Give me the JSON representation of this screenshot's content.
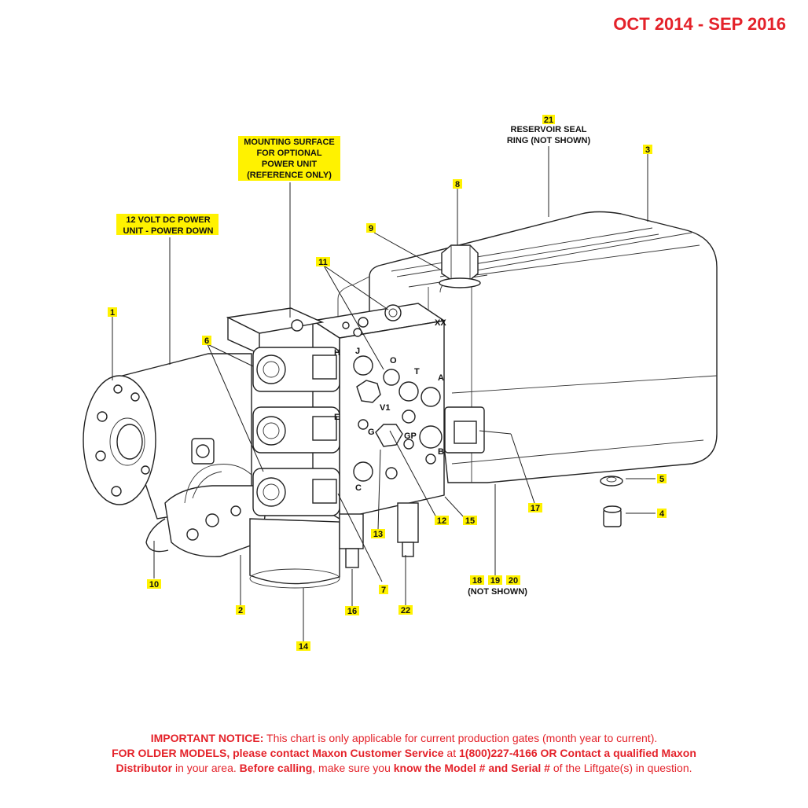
{
  "header": {
    "date_range": "OCT 2014 - SEP 2016"
  },
  "callouts": {
    "n1": "1",
    "n2": "2",
    "n3": "3",
    "n4": "4",
    "n5": "5",
    "n6": "6",
    "n7": "7",
    "n8": "8",
    "n9": "9",
    "n10": "10",
    "n11": "11",
    "n12": "12",
    "n13": "13",
    "n14": "14",
    "n15": "15",
    "n16": "16",
    "n17": "17",
    "n18": "18",
    "n19": "19",
    "n20": "20",
    "n21": "21",
    "n22": "22"
  },
  "labels": {
    "mounting": [
      "MOUNTING SURFACE",
      "FOR OPTIONAL",
      "POWER UNIT",
      "(REFERENCE ONLY)"
    ],
    "power_unit": [
      "12 VOLT DC POWER",
      "UNIT - POWER DOWN"
    ],
    "reservoir_seal": [
      "RESERVOIR SEAL",
      "RING (NOT SHOWN)"
    ],
    "not_shown": "(NOT SHOWN)"
  },
  "port_letters": {
    "J": "J",
    "O": "O",
    "T": "T",
    "A": "A",
    "V1": "V1",
    "G": "G",
    "GP": "GP",
    "B": "B",
    "C": "C",
    "H": "H",
    "E": "E",
    "XX": "XX"
  },
  "notice": {
    "line1_bold": "IMPORTANT NOTICE:",
    "line1_rest": " This chart is only applicable for current production gates (month year to current).",
    "line2_bold": "FOR OLDER MODELS, please contact Maxon Customer Service",
    "line2_mid": " at ",
    "line2_bold2": "1(800)227-4166 OR Contact a qualified Maxon",
    "line3_bold": "Distributor",
    "line3_mid1": " in your area. ",
    "line3_bold2": "Before calling",
    "line3_mid2": ", make sure you ",
    "line3_bold3": "know the Model # and Serial #",
    "line3_end": " of the Liftgate(s) in question."
  }
}
